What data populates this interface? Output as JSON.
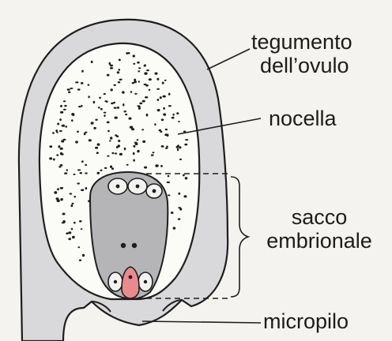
{
  "diagram": {
    "labels": {
      "integument": "tegumento",
      "integument_line2": "dell’ovulo",
      "nucellus": "nocella",
      "embryo_sac": "sacco",
      "embryo_sac_line2": "embrionale",
      "micropyle": "micropilo"
    },
    "colors": {
      "background": "#f4f3ef",
      "integument_fill": "#d9d9db",
      "nucellus_fill": "#fbfbf8",
      "embryo_sac_fill": "#b5b5b7",
      "egg_cell_fill": "#e98a8f",
      "outline": "#1e1e1e"
    }
  }
}
